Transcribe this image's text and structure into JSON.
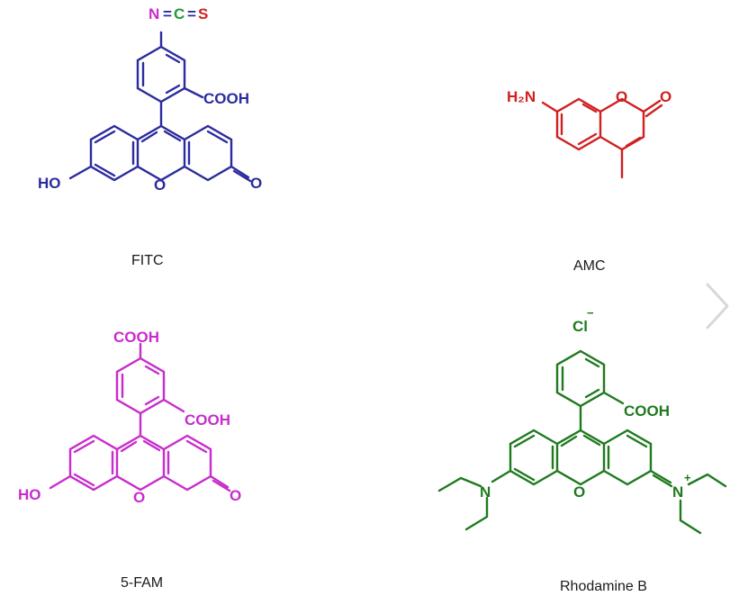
{
  "colors": {
    "fitc": "#2b2b9e",
    "amc": "#d02020",
    "fam": "#c82ccc",
    "rhodamine": "#1f7a1f",
    "isothiocyanate_n": "#c82ccc",
    "isothiocyanate_c": "#1f9a3a",
    "isothiocyanate_s": "#d02020"
  },
  "captions": {
    "fitc": "FITC",
    "amc": "AMC",
    "fam": "5-FAM",
    "rhodamine": "Rhodamine B"
  },
  "labels": {
    "fitc": {
      "n": "N",
      "c": "C",
      "s": "S",
      "eq1": "=",
      "eq2": "=",
      "cooh": "COOH",
      "ho": "HO",
      "o_ring": "O",
      "o_keto": "O"
    },
    "amc": {
      "h2n": "H₂N",
      "o_ring": "O",
      "o_keto": "O"
    },
    "fam": {
      "cooh_top": "COOH",
      "cooh_side": "COOH",
      "ho": "HO",
      "o_ring": "O",
      "o_keto": "O"
    },
    "rhodamine": {
      "cl": "Cl",
      "cl_charge": "−",
      "cooh": "COOH",
      "n_left": "N",
      "n_right": "N",
      "n_charge": "+",
      "o_ring": "O"
    }
  },
  "nav": {
    "next_icon": "chevron-right-icon"
  }
}
